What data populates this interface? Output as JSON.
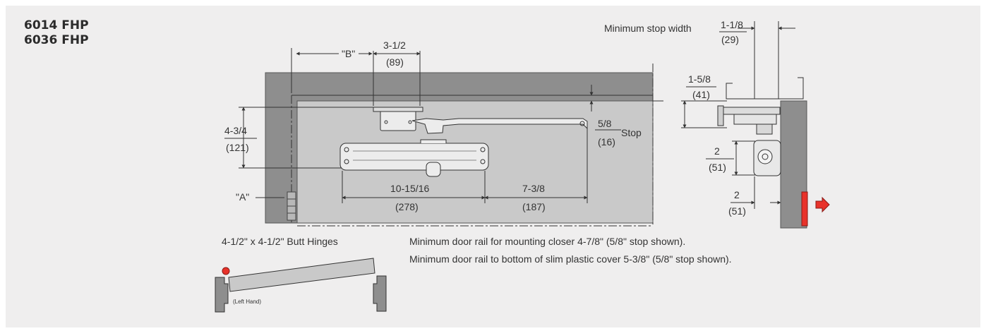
{
  "models": [
    "6014 FHP",
    "6036 FHP"
  ],
  "dimensions": {
    "b_label": "\"B\"",
    "a_label": "\"A\"",
    "arm_width": "3-1/2",
    "arm_width_mm": "(89)",
    "height": "4-3/4",
    "height_mm": "(121)",
    "stop_offset": "5/8",
    "stop_offset_mm": "(16)",
    "stop_label": "Stop",
    "body_length": "10-15/16",
    "body_length_mm": "(278)",
    "arm_offset": "7-3/8",
    "arm_offset_mm": "(187)",
    "min_stop_label": "Minimum stop width",
    "min_stop": "1-1/8",
    "min_stop_mm": "(29)",
    "side_top": "1-5/8",
    "side_top_mm": "(41)",
    "side_mid": "2",
    "side_mid_mm": "(51)",
    "side_bottom": "2",
    "side_bottom_mm": "(51)"
  },
  "notes": {
    "hinges": "4-1/2\" x 4-1/2\" Butt Hinges",
    "rail1": "Minimum door rail for mounting closer 4-7/8\" (5/8\" stop shown).",
    "rail2": "Minimum door rail to bottom of slim plastic cover 5-3/8\" (5/8\" stop shown).",
    "hand": "(Left Hand)"
  },
  "colors": {
    "panel": "#efeeee",
    "frame": "#8e8e8e",
    "door": "#c9c9c9",
    "accent": "#e8322a"
  }
}
